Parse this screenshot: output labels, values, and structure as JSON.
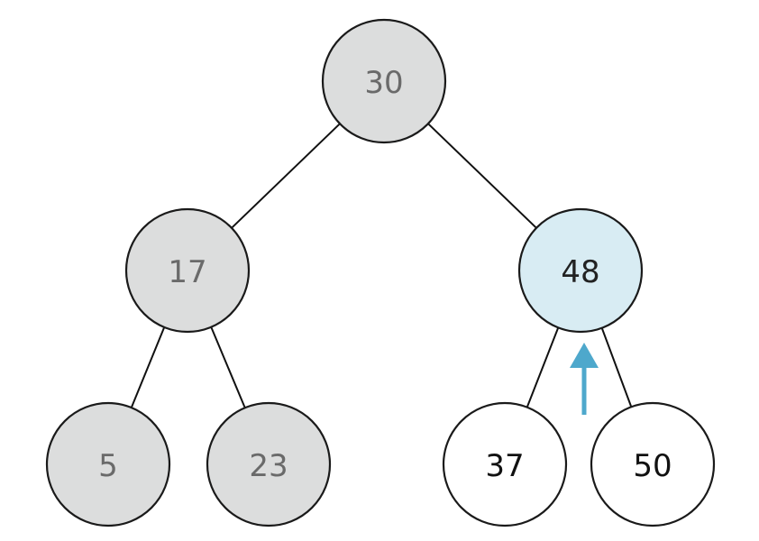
{
  "colors": {
    "visited_fill": "#dcdddd",
    "visited_text": "#6a6a6a",
    "current_fill": "#d8ecf3",
    "current_text": "#222222",
    "unvisited_fill": "#ffffff",
    "unvisited_text": "#111111",
    "arrow": "#4ea8cc"
  },
  "tree": {
    "nodes": [
      {
        "id": "n30",
        "label": "30",
        "state": "visited"
      },
      {
        "id": "n17",
        "label": "17",
        "state": "visited"
      },
      {
        "id": "n48",
        "label": "48",
        "state": "current"
      },
      {
        "id": "n5",
        "label": "5",
        "state": "visited"
      },
      {
        "id": "n23",
        "label": "23",
        "state": "visited"
      },
      {
        "id": "n37",
        "label": "37",
        "state": "unvisited"
      },
      {
        "id": "n50",
        "label": "50",
        "state": "unvisited"
      }
    ],
    "edges": [
      {
        "from": "n30",
        "to": "n17"
      },
      {
        "from": "n30",
        "to": "n48"
      },
      {
        "from": "n17",
        "to": "n5"
      },
      {
        "from": "n17",
        "to": "n23"
      },
      {
        "from": "n48",
        "to": "n37"
      },
      {
        "from": "n48",
        "to": "n50"
      }
    ],
    "pointer": {
      "icon": "up-arrow-icon",
      "target": "n48"
    }
  }
}
